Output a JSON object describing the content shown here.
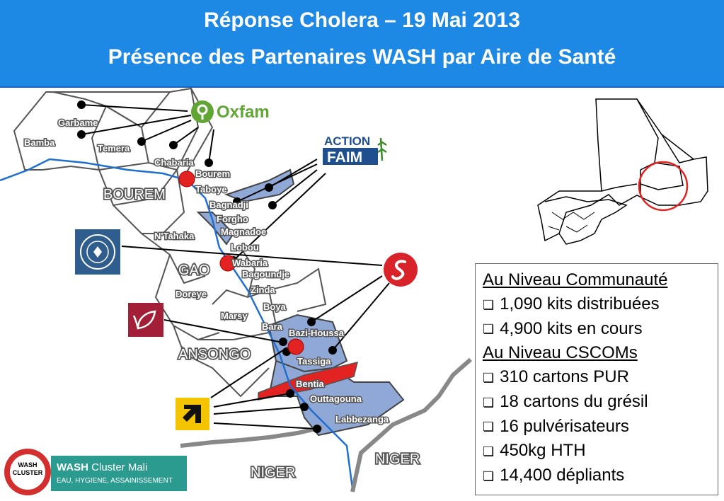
{
  "header": {
    "title_line1": "Réponse Cholera – 19 Mai 2013",
    "title_line2": "Présence des Partenaires WASH par Aire de Santé"
  },
  "map": {
    "localities": {
      "garbame": "Garbame",
      "bamba": "Bamba",
      "temera": "Temera",
      "chabaria": "Chabaria",
      "bourem": "Bourem",
      "taboye": "Taboye",
      "bagnadji": "Bagnadji",
      "forgho": "Forgho",
      "magnadoe": "Magnadoe",
      "ntahaka": "N'Tahaka",
      "lobou": "Lobou",
      "wabaria": "Wabaria",
      "bagoundje": "Bagoundje",
      "zinda": "Zinda",
      "doreye": "Doreye",
      "boya": "Boya",
      "marsy": "Marsy",
      "bara": "Bara",
      "bazi_houssa": "Bazi-Houssa",
      "tassiga": "Tassiga",
      "bentia": "Bentia",
      "outtagouna": "Outtagouna",
      "labbezanga": "Labbezanga"
    },
    "regions": {
      "bourem": "BOUREM",
      "gao": "GAO",
      "ansongo": "ANSONGO",
      "niger_left": "NIGER",
      "niger_right": "NIGER"
    },
    "colors": {
      "water": "#1f6fd1",
      "border": "#555555",
      "covered_area": "#8fa8d6",
      "cholera_area": "#e32222",
      "marker": "#e32222"
    }
  },
  "partners": {
    "oxfam": "Oxfam",
    "acf_line1": "ACTION",
    "acf_line2": "FAIM"
  },
  "info_box": {
    "community_heading": "Au Niveau Communauté",
    "community_items": [
      "1,090 kits distribuées",
      "4,900 kits en cours"
    ],
    "cscom_heading": "Au Niveau CSCOMs",
    "cscom_items": [
      "310 cartons PUR",
      "18 cartons du grésil",
      "16 pulvérisateurs",
      "450kg HTH",
      "14,400 dépliants"
    ]
  },
  "footer": {
    "cluster_bold": "WASH",
    "cluster_rest": " Cluster Mali",
    "cluster_sub": "EAU, HYGIENE, ASSAINISSEMENT",
    "badge_text": "WASH CLUSTER"
  }
}
